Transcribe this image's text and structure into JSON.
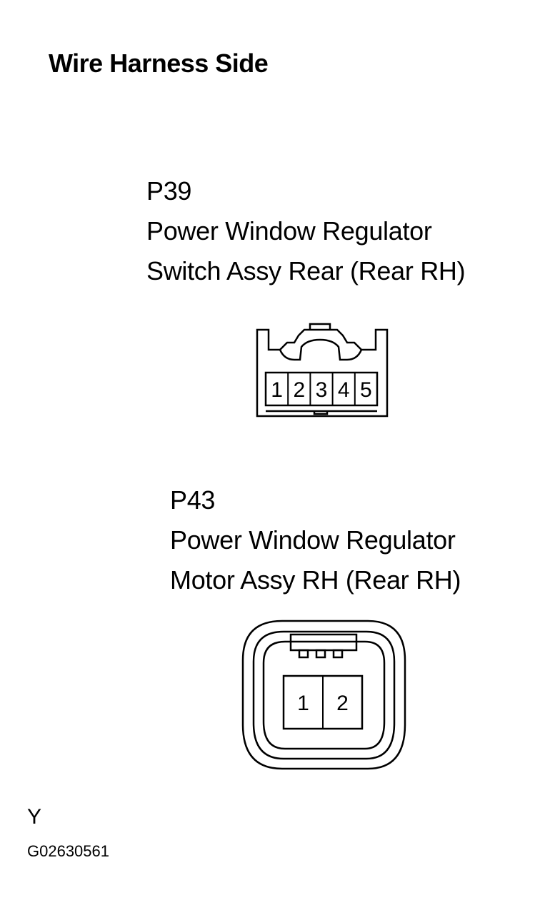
{
  "title": "Wire Harness Side",
  "connectors": [
    {
      "id": "P39",
      "line1": "Power Window Regulator",
      "line2": "Switch Assy Rear (Rear RH)",
      "pins": [
        "1",
        "2",
        "3",
        "4",
        "5"
      ]
    },
    {
      "id": "P43",
      "line1": "Power Window Regulator",
      "line2": "Motor Assy RH (Rear RH)",
      "pins": [
        "1",
        "2"
      ]
    }
  ],
  "footer": {
    "mark": "Y",
    "code": "G02630561"
  }
}
